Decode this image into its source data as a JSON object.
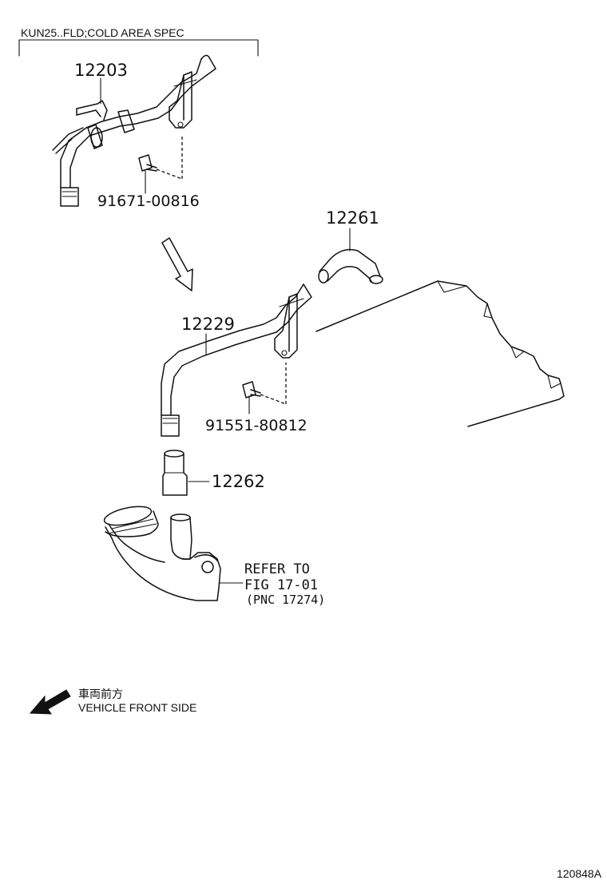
{
  "header": {
    "spec_label": "KUN25..FLD;COLD AREA SPEC"
  },
  "parts": {
    "p12203": "12203",
    "p91671": "91671-00816",
    "p12261": "12261",
    "p12229": "12229",
    "p91551": "91551-80812",
    "p12262": "12262"
  },
  "reference": {
    "line1": "REFER TO",
    "line2": "FIG 17-01",
    "line3": "(PNC 17274)"
  },
  "direction": {
    "japanese": "車両前方",
    "english": "VEHICLE FRONT SIDE"
  },
  "footer": {
    "illustration_id": "120848A"
  }
}
